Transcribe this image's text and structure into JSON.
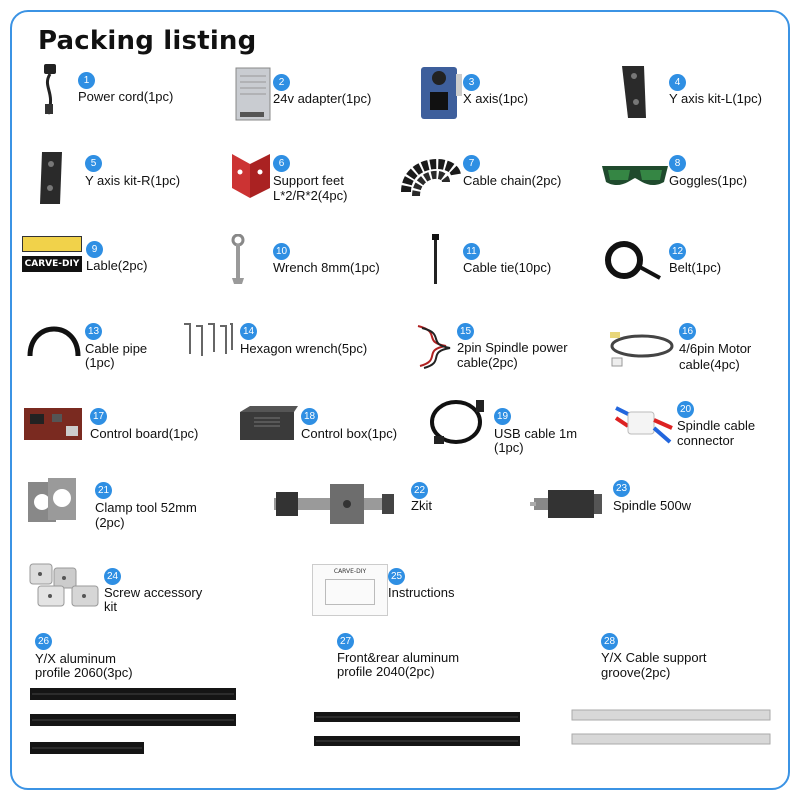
{
  "page": {
    "title": "Packing listing"
  },
  "colors": {
    "accent": "#2f8fe3",
    "frame": "#3b93e4"
  },
  "items": [
    {
      "num": "1",
      "label": "Power cord(1pc)",
      "icon": "power-cord-icon"
    },
    {
      "num": "2",
      "label": "24v adapter(1pc)",
      "icon": "adapter-icon"
    },
    {
      "num": "3",
      "label": "X axis(1pc)",
      "icon": "x-axis-plate-icon"
    },
    {
      "num": "4",
      "label": "Y axis kit-L(1pc)",
      "icon": "y-axis-kit-icon"
    },
    {
      "num": "5",
      "label": "Y axis kit-R(1pc)",
      "icon": "y-axis-kit-icon"
    },
    {
      "num": "6",
      "label": "Support feet",
      "label2": "L*2/R*2(4pc)",
      "icon": "support-feet-icon"
    },
    {
      "num": "7",
      "label": "Cable chain(2pc)",
      "icon": "cable-chain-icon"
    },
    {
      "num": "8",
      "label": "Goggles(1pc)",
      "icon": "goggles-icon"
    },
    {
      "num": "9",
      "label": "Lable(2pc)",
      "icon": "label-sticker-icon",
      "logo_text": "CARVE-DIY"
    },
    {
      "num": "10",
      "label": "Wrench 8mm(1pc)",
      "icon": "wrench-icon"
    },
    {
      "num": "11",
      "label": "Cable tie(10pc)",
      "icon": "cable-tie-icon"
    },
    {
      "num": "12",
      "label": "Belt(1pc)",
      "icon": "belt-icon"
    },
    {
      "num": "13",
      "label": "Cable pipe",
      "label2": "(1pc)",
      "icon": "cable-pipe-icon"
    },
    {
      "num": "14",
      "label": "Hexagon wrench(5pc)",
      "icon": "hex-wrench-icon"
    },
    {
      "num": "15",
      "label": "2pin Spindle power",
      "label2": "cable(2pc)",
      "icon": "power-cable-icon"
    },
    {
      "num": "16",
      "label": "4/6pin Motor",
      "label2": "cable(4pc)",
      "icon": "motor-cable-icon"
    },
    {
      "num": "17",
      "label": "Control board(1pc)",
      "icon": "control-board-icon"
    },
    {
      "num": "18",
      "label": "Control box(1pc)",
      "icon": "control-box-icon"
    },
    {
      "num": "19",
      "label": "USB cable 1m",
      "label2": "(1pc)",
      "icon": "usb-cable-icon"
    },
    {
      "num": "20",
      "label": "Spindle cable",
      "label2": "connector",
      "icon": "cable-connector-icon"
    },
    {
      "num": "21",
      "label": "Clamp tool 52mm",
      "label2": "(2pc)",
      "icon": "clamp-tool-icon"
    },
    {
      "num": "22",
      "label": "Zkit",
      "icon": "zkit-icon"
    },
    {
      "num": "23",
      "label": "Spindle 500w",
      "icon": "spindle-icon"
    },
    {
      "num": "24",
      "label": "Screw accessory",
      "label2": "kit",
      "icon": "screw-kit-icon"
    },
    {
      "num": "25",
      "label": "Instructions",
      "icon": "instructions-icon",
      "logo_text": "CARVE-DIY"
    },
    {
      "num": "26",
      "label": "Y/X aluminum",
      "label2": "profile 2060(3pc)",
      "icon": "aluminum-profile-icon"
    },
    {
      "num": "27",
      "label": "Front&rear aluminum",
      "label2": "profile 2040(2pc)",
      "icon": "aluminum-profile-icon"
    },
    {
      "num": "28",
      "label": "Y/X Cable support",
      "label2": "groove(2pc)",
      "icon": "cable-groove-icon"
    }
  ]
}
